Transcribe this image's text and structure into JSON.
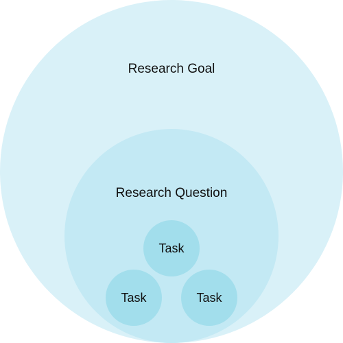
{
  "diagram": {
    "outer": {
      "label": "Research Goal",
      "color": "#d9f1f8"
    },
    "middle": {
      "label": "Research Question",
      "color": "#c3e9f4"
    },
    "tasks": [
      {
        "label": "Task",
        "color": "#a2deec"
      },
      {
        "label": "Task",
        "color": "#a2deec"
      },
      {
        "label": "Task",
        "color": "#a2deec"
      }
    ]
  }
}
